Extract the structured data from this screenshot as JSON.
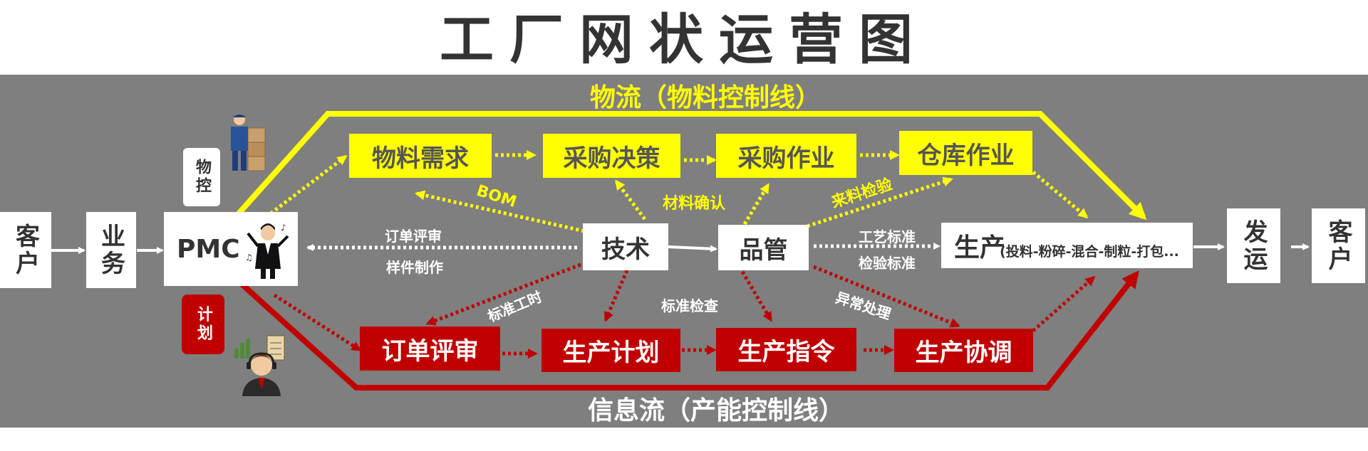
{
  "title": "工厂网状运营图",
  "flows": {
    "logistics": "物流（物料控制线）",
    "information": "信息流（产能控制线）"
  },
  "main_row": {
    "customer_left": "客户",
    "business": "业务",
    "pmc": "PMC",
    "tech": "技术",
    "qc": "品管",
    "production": "生产",
    "production_detail": "(投料-粉碎-混合-制粒-打包...",
    "shipping": "发运",
    "customer_right": "客户"
  },
  "tags": {
    "material_control": "物控",
    "planning": "计划"
  },
  "yellow_boxes": [
    "物料需求",
    "采购决策",
    "采购作业",
    "仓库作业"
  ],
  "red_boxes": [
    "订单评审",
    "生产计划",
    "生产指令",
    "生产协调"
  ],
  "edge_labels": {
    "bom": "BOM",
    "material_confirm": "材料确认",
    "incoming_inspection": "来料检验",
    "order_review": "订单评审",
    "sample_making": "样件制作",
    "process_standard": "工艺标准",
    "inspection_standard": "检验标准",
    "standard_hours": "标准工时",
    "standard_check": "标准检查",
    "exception_handling": "异常处理"
  },
  "colors": {
    "yellow": "#ffff00",
    "red": "#c00000",
    "panel": "#7f7f7f",
    "white": "#ffffff"
  }
}
